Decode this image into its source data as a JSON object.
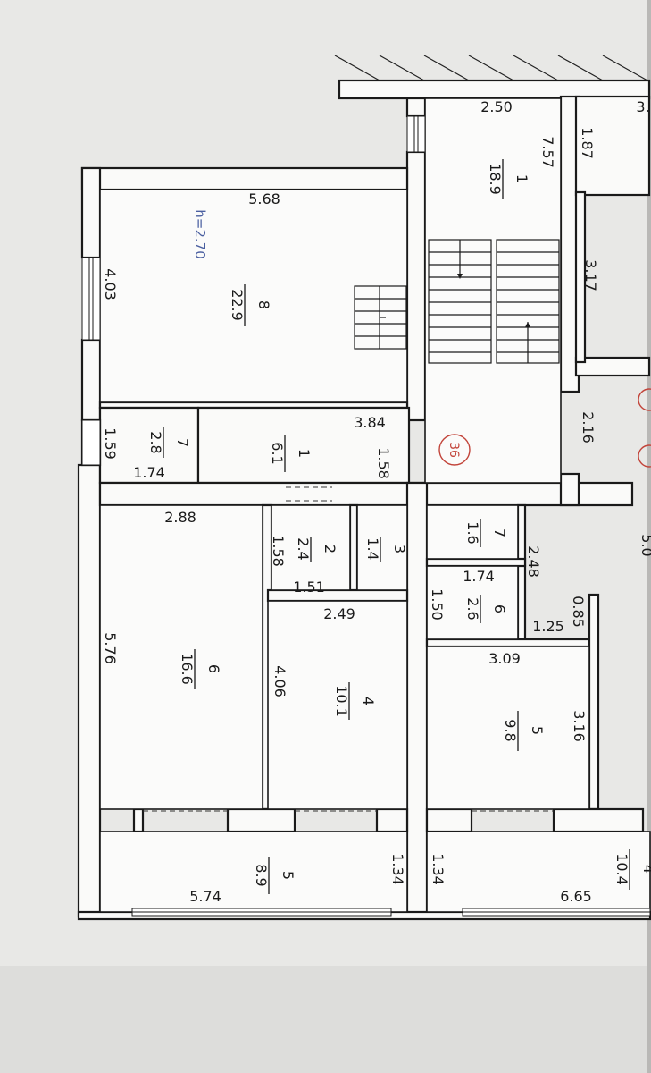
{
  "plan": {
    "height_note": "h=2.70",
    "rooms": {
      "r8": {
        "num": "8",
        "area": "22.9"
      },
      "r1a": {
        "num": "1",
        "area": "6.1"
      },
      "r7a": {
        "num": "7",
        "area": "2.8"
      },
      "r1b": {
        "num": "1",
        "area": "18.9"
      },
      "r6a": {
        "num": "6",
        "area": "16.6"
      },
      "r2": {
        "num": "2",
        "area": "2.4"
      },
      "r3": {
        "num": "3",
        "area": "1.4"
      },
      "r4a": {
        "num": "4",
        "area": "10.1"
      },
      "r5a": {
        "num": "5",
        "area": "8.9"
      },
      "r7b": {
        "num": "7",
        "area": "1.6"
      },
      "r6b": {
        "num": "6",
        "area": "2.6"
      },
      "r5b": {
        "num": "5",
        "area": "9.8"
      },
      "r4b": {
        "num": "4",
        "area": "10.4"
      }
    },
    "dims": {
      "d_568": "5.68",
      "d_403": "4.03",
      "d_250": "2.50",
      "d_757": "7.57",
      "d_187": "1.87",
      "d_317": "3.17",
      "d_384": "3.84",
      "d_158a": "1.58",
      "d_159": "1.59",
      "d_174a": "1.74",
      "d_216": "2.16",
      "d_288": "2.88",
      "d_576": "5.76",
      "d_158b": "1.58",
      "d_151": "1.51",
      "d_249": "2.49",
      "d_406": "4.06",
      "d_174b": "1.74",
      "d_248": "2.48",
      "d_150": "1.50",
      "d_085": "0.85",
      "d_125": "1.25",
      "d_309": "3.09",
      "d_316": "3.16",
      "d_134a": "1.34",
      "d_134b": "1.34",
      "d_574": "5.74",
      "d_665": "6.65",
      "d_3top": "3.",
      "d_5cut": "5.0"
    },
    "stair_marker": "36"
  }
}
